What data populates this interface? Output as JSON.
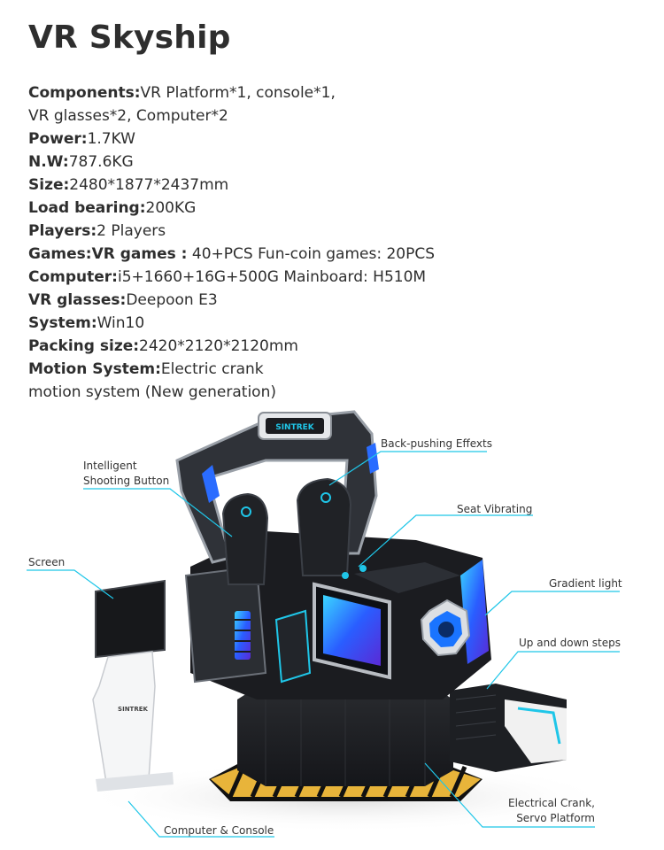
{
  "title": "VR Skyship",
  "specs": [
    {
      "label": "Components:",
      "value": "VR Platform*1, console*1,"
    },
    {
      "label": "",
      "value": "VR glasses*2, Computer*2"
    },
    {
      "label": "Power:",
      "value": "1.7KW"
    },
    {
      "label": "N.W:",
      "value": "787.6KG"
    },
    {
      "label": "Size:",
      "value": "2480*1877*2437mm"
    },
    {
      "label": "Load bearing:",
      "value": "200KG"
    },
    {
      "label": "Players:",
      "value": "2 Players"
    },
    {
      "label": "Games:VR games :",
      "value": " 40+PCS  Fun-coin games: 20PCS"
    },
    {
      "label": "Computer:",
      "value": "i5+1660+16G+500G Mainboard: H510M"
    },
    {
      "label": "VR glasses:",
      "value": "Deepoon E3"
    },
    {
      "label": "System:",
      "value": "Win10"
    },
    {
      "label": "Packing size:",
      "value": "2420*2120*2120mm"
    },
    {
      "label": "Motion System:",
      "value": "Electric crank"
    },
    {
      "label": "",
      "value": "motion system (New generation)"
    }
  ],
  "brand": {
    "name": "SINTREK",
    "accent": "#1fc6e8",
    "glow": "#2a6cff"
  },
  "callouts": {
    "back_pushing": "Back-pushing Effexts",
    "shooting_line1": "Intelligent",
    "shooting_line2": "Shooting Button",
    "seat_vibrating": "Seat Vibrating",
    "screen": "Screen",
    "gradient_light": "Gradient light",
    "steps": "Up and down steps",
    "crank_line1": "Electrical Crank,",
    "crank_line2": "Servo Platform",
    "computer_console": "Computer & Console"
  }
}
